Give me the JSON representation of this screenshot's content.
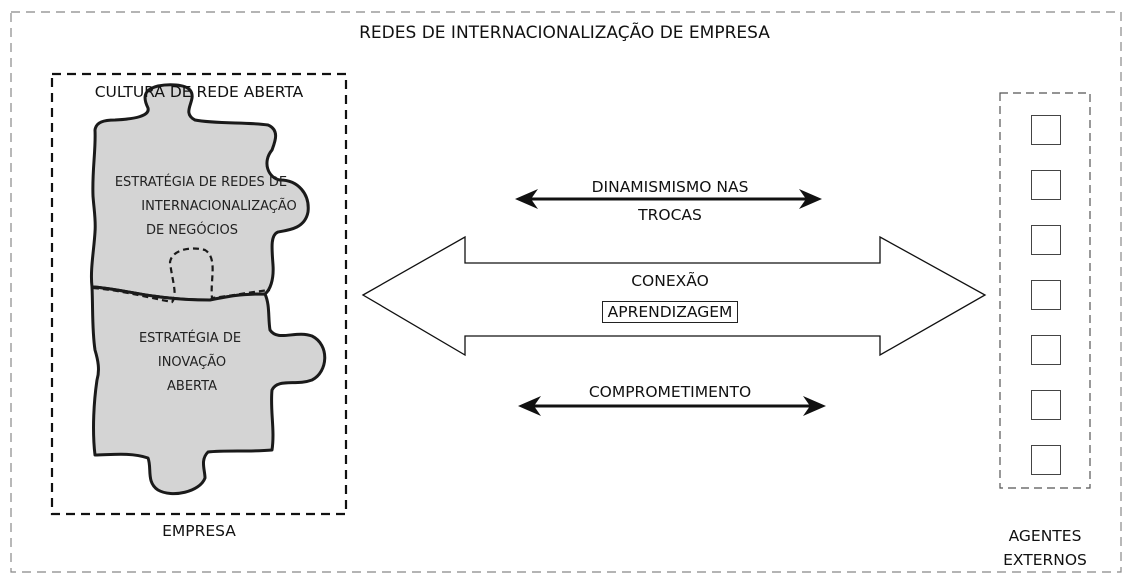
{
  "title": "REDES DE INTERNACIONALIZAÇÃO DE EMPRESA",
  "company": {
    "top_label": "CULTURA DE REDE ABERTA",
    "bottom_label": "EMPRESA",
    "piece_top_lines": [
      "ESTRATÉGIA DE REDES DE",
      "INTERNACIONALIZAÇÃO",
      "DE NEGÓCIOS"
    ],
    "piece_bottom_lines": [
      "ESTRATÉGIA DE",
      "INOVAÇÃO",
      "ABERTA"
    ]
  },
  "arrows": {
    "top_lines": [
      "DINAMISMISMO NAS",
      "TROCAS"
    ],
    "big_lines": [
      "CONEXÃO",
      "APRENDIZAGEM"
    ],
    "bottom": "COMPROMETIMENTO"
  },
  "external": {
    "label_lines": [
      "AGENTES",
      "EXTERNOS"
    ],
    "box_count": 7
  },
  "colors": {
    "puzzle_fill": "#d4d4d4",
    "line": "#1a1a1a",
    "dashed_frame": "#888888"
  }
}
